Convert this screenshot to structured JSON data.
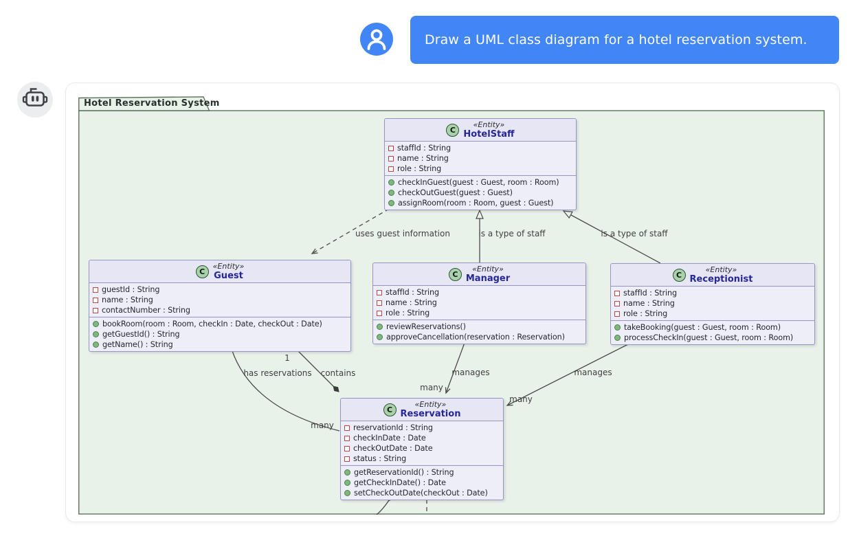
{
  "chat": {
    "user_message": "Draw a UML class diagram for a hotel reservation system."
  },
  "icons": {
    "user_avatar": "user-icon",
    "assistant": "robot-icon"
  },
  "colors": {
    "bubble_blue": "#4285F4",
    "frame_green": "#E9F2E9",
    "frame_border": "#5C715C",
    "class_fill": "#EEEEF9",
    "class_header_fill": "#E6E6F4",
    "class_border": "#9595C5",
    "class_name_blue": "#26269B",
    "entity_circle_green": "#A9D2AC",
    "edge_line": "#4A4A4A"
  },
  "diagram": {
    "title": "Hotel Reservation System",
    "class_badge_letter": "C",
    "classes": [
      {
        "stereotype": "«Entity»",
        "name": "HotelStaff",
        "attributes": [
          "staffId : String",
          "name : String",
          "role : String"
        ],
        "methods": [
          "checkInGuest(guest : Guest, room : Room)",
          "checkOutGuest(guest : Guest)",
          "assignRoom(room : Room, guest : Guest)"
        ]
      },
      {
        "stereotype": "«Entity»",
        "name": "Guest",
        "attributes": [
          "guestId : String",
          "name : String",
          "contactNumber : String"
        ],
        "methods": [
          "bookRoom(room : Room, checkIn : Date, checkOut : Date)",
          "getGuestId() : String",
          "getName() : String"
        ]
      },
      {
        "stereotype": "«Entity»",
        "name": "Manager",
        "attributes": [
          "staffId : String",
          "name : String",
          "role : String"
        ],
        "methods": [
          "reviewReservations()",
          "approveCancellation(reservation : Reservation)"
        ]
      },
      {
        "stereotype": "«Entity»",
        "name": "Receptionist",
        "attributes": [
          "staffId : String",
          "name : String",
          "role : String"
        ],
        "methods": [
          "takeBooking(guest : Guest, room : Room)",
          "processCheckIn(guest : Guest, room : Room)"
        ]
      },
      {
        "stereotype": "«Entity»",
        "name": "Reservation",
        "attributes": [
          "reservationId : String",
          "checkInDate : Date",
          "checkOutDate : Date",
          "status : String"
        ],
        "methods": [
          "getReservationId() : String",
          "getCheckInDate() : Date",
          "setCheckOutDate(checkOut : Date)"
        ]
      }
    ],
    "edge_labels": [
      {
        "text": "uses guest information"
      },
      {
        "text": "is a type of staff"
      },
      {
        "text": "is a type of staff"
      },
      {
        "text": "1"
      },
      {
        "text": "has reservations"
      },
      {
        "text": "contains"
      },
      {
        "text": "manages"
      },
      {
        "text": "many"
      },
      {
        "text": "manages"
      },
      {
        "text": "many"
      },
      {
        "text": "many"
      }
    ]
  }
}
